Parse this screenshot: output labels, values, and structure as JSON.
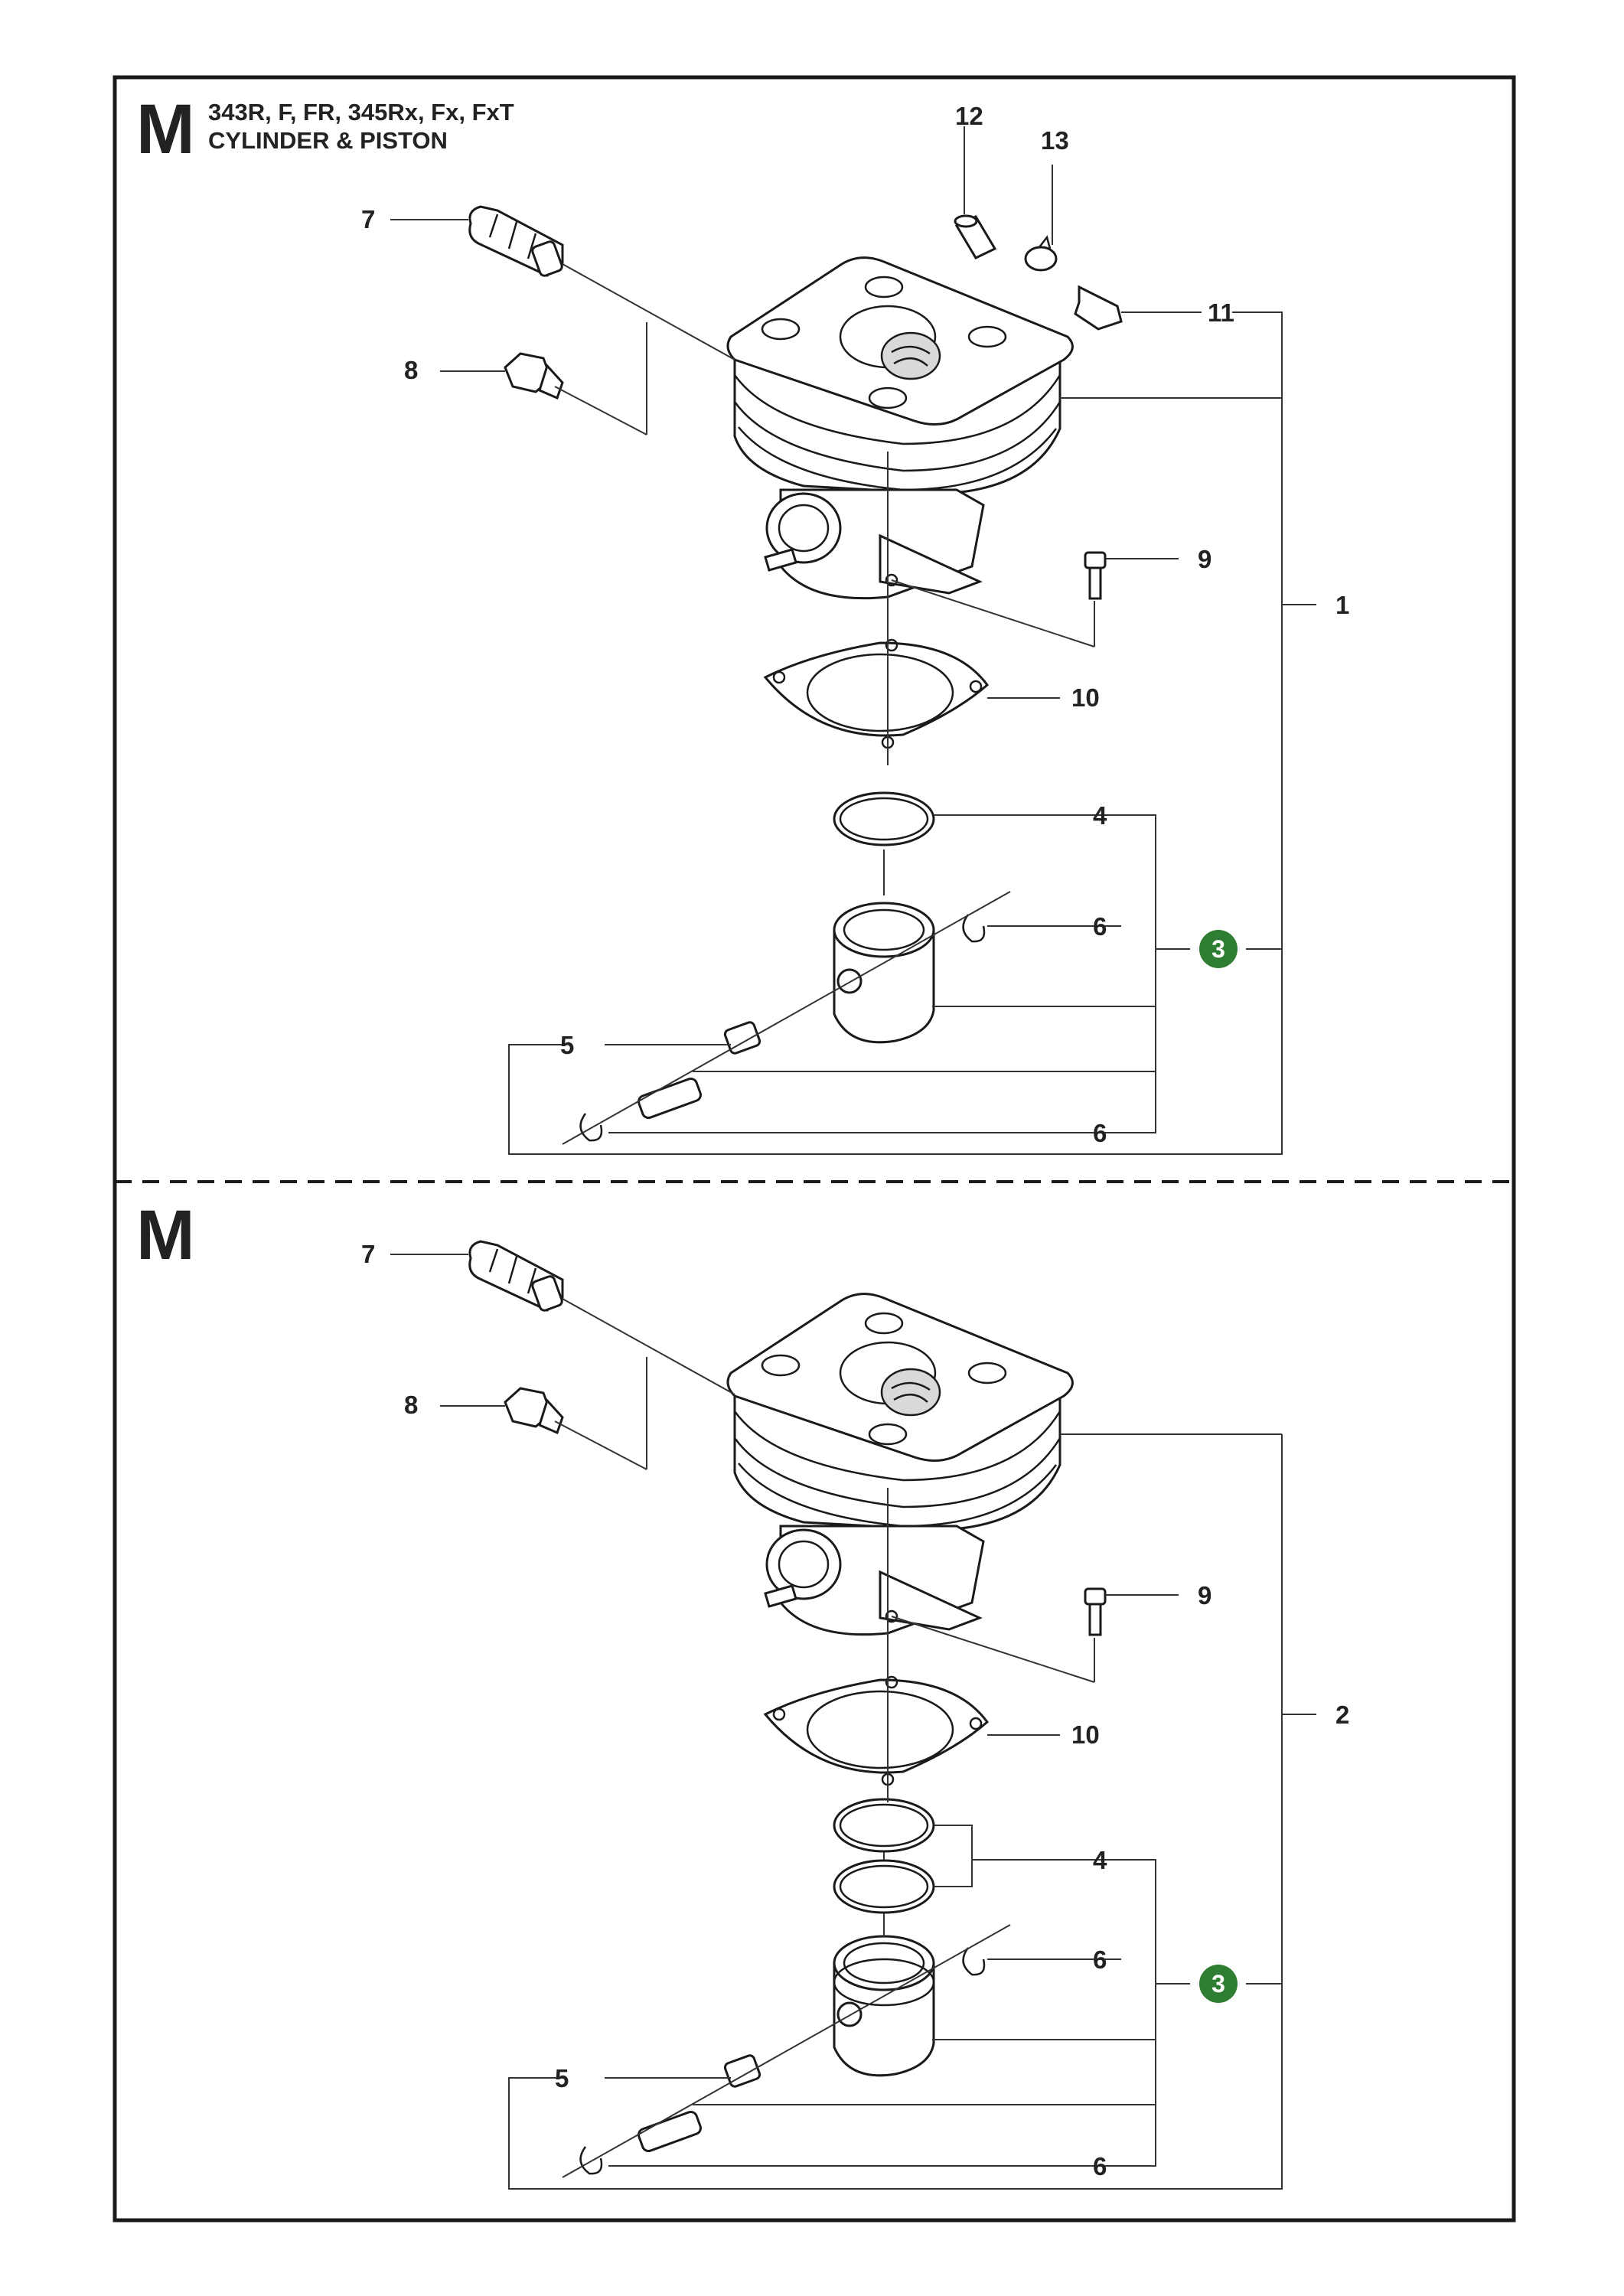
{
  "page": {
    "model_line": "343R, F, FR, 345Rx, Fx, FxT",
    "section_title": "CYLINDER & PISTON",
    "section_letter_top": "M",
    "section_letter_bottom": "M"
  },
  "colors": {
    "badge": "#2e7d32",
    "ink": "#222222",
    "frame": "#1a1a1a"
  },
  "top_callouts": {
    "c1": "1",
    "c3": "3",
    "c4": "4",
    "c5": "5",
    "c6a": "6",
    "c6b": "6",
    "c7": "7",
    "c8": "8",
    "c9": "9",
    "c10": "10",
    "c11": "11",
    "c12": "12",
    "c13": "13"
  },
  "bottom_callouts": {
    "c2": "2",
    "c3": "3",
    "c4": "4",
    "c5": "5",
    "c6a": "6",
    "c6b": "6",
    "c7": "7",
    "c8": "8",
    "c9": "9",
    "c10": "10"
  }
}
